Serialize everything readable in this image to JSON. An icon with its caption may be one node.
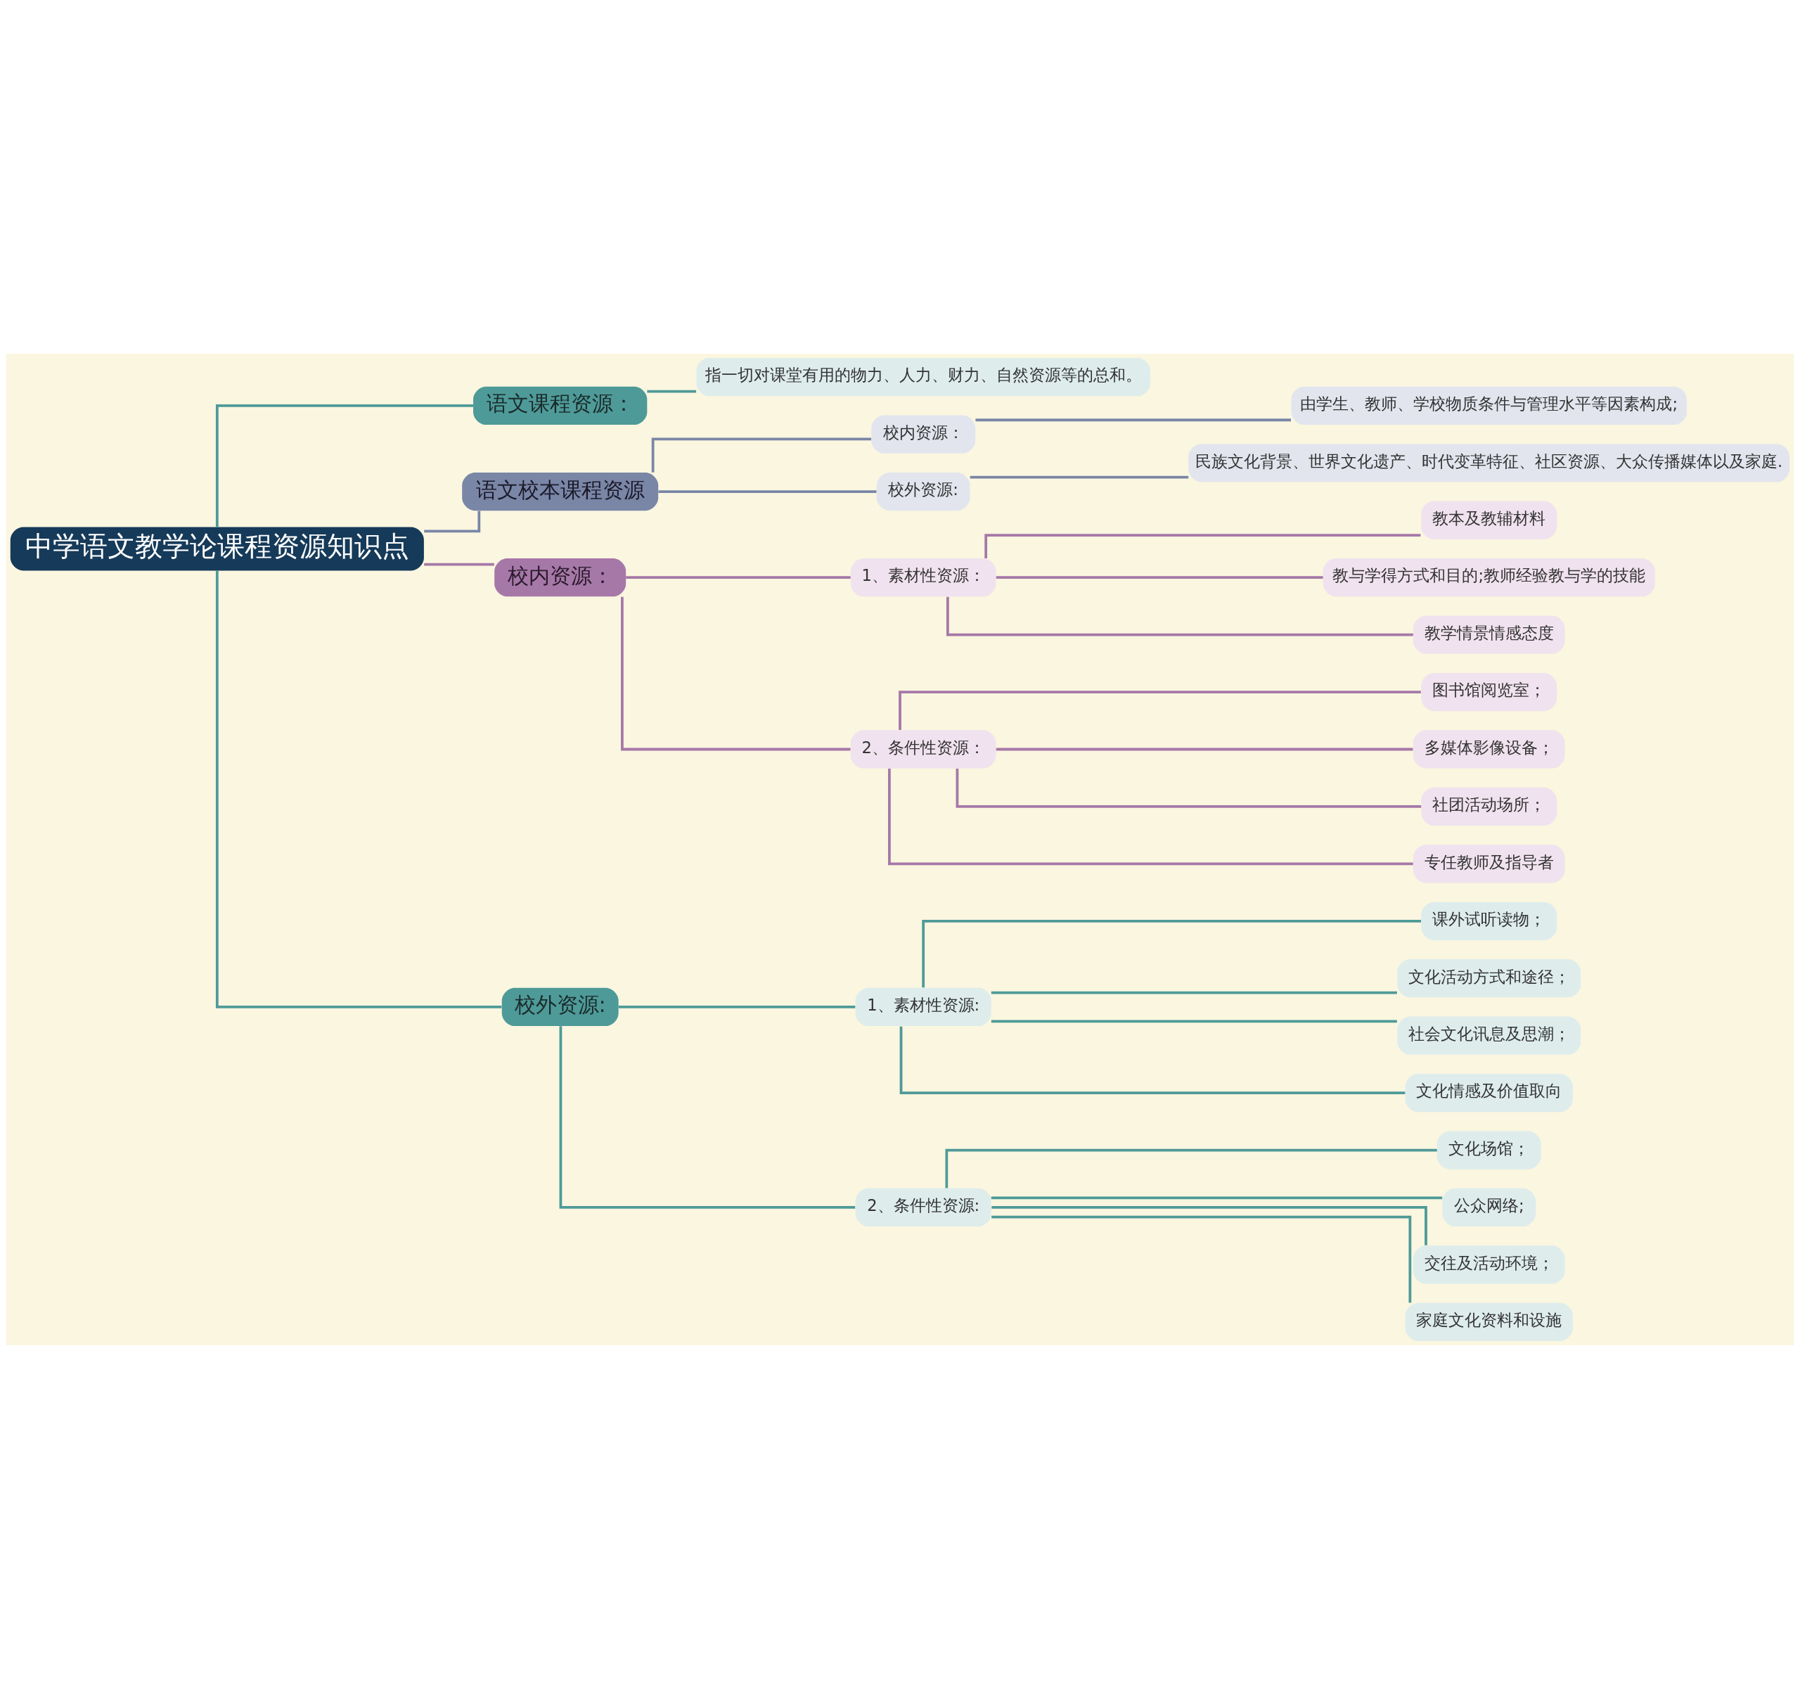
{
  "diagram": {
    "nodes": [
      {
        "text": [
          "中学语文教学论课程资源知识点"
        ]
      },
      {
        "text": [
          "语文课程资源："
        ]
      },
      {
        "text": [
          "指一切对课堂有用的物力、人力、财力、自然资源等的总和。"
        ]
      },
      {
        "text": [
          "语文校本课程资源"
        ]
      },
      {
        "text": [
          "校内资源："
        ]
      },
      {
        "text": [
          "由学生、教师、学校物质条件与管理水平等因素构成;"
        ]
      },
      {
        "text": [
          "校外资源:"
        ]
      },
      {
        "text": [
          "民族文化背景、世界文化遗产、时代变革特征、社区资源、大众传播媒体以及家庭."
        ]
      },
      {
        "text": [
          "校内资源："
        ]
      },
      {
        "text": [
          "1、素材性资源："
        ]
      },
      {
        "text": [
          "教本及教辅材料"
        ]
      },
      {
        "text": [
          "教与学得方式和目的;教师经验教与学的技能"
        ]
      },
      {
        "text": [
          "教学情景情感态度"
        ]
      },
      {
        "text": [
          "2、条件性资源："
        ]
      },
      {
        "text": [
          "图书馆阅览室；"
        ]
      },
      {
        "text": [
          "多媒体影像设备；"
        ]
      },
      {
        "text": [
          "社团活动场所；"
        ]
      },
      {
        "text": [
          "专任教师及指导者"
        ]
      },
      {
        "text": [
          "校外资源:"
        ]
      },
      {
        "text": [
          "1、素材性资源:"
        ]
      },
      {
        "text": [
          "课外试听读物；"
        ]
      },
      {
        "text": [
          "文化活动方式和途径；"
        ]
      },
      {
        "text": [
          "社会文化讯息及思潮；"
        ]
      },
      {
        "text": [
          "文化情感及价值取向"
        ]
      },
      {
        "text": [
          "2、条件性资源:"
        ]
      },
      {
        "text": [
          "文化场馆；"
        ]
      },
      {
        "text": [
          "公众网络;"
        ]
      },
      {
        "text": [
          "交往及活动环境；"
        ]
      },
      {
        "text": [
          "家庭文化资料和设施"
        ]
      }
    ],
    "edges": [
      {
        "from": 0,
        "to": 1,
        "arrow": "none"
      },
      {
        "from": 1,
        "to": 2,
        "arrow": "none"
      },
      {
        "from": 0,
        "to": 3,
        "arrow": "none",
        "color": "#7a86a6"
      },
      {
        "from": 3,
        "to": 4,
        "arrow": "none",
        "color": "#7a86a6"
      },
      {
        "from": 4,
        "to": 5,
        "arrow": "none",
        "color": "#7a86a6"
      },
      {
        "from": 3,
        "to": 6,
        "arrow": "none",
        "color": "#7a86a6"
      },
      {
        "from": 6,
        "to": 7,
        "arrow": "none",
        "color": "#7a86a6"
      },
      {
        "from": 0,
        "to": 8,
        "arrow": "none",
        "color": "#a678a8"
      },
      {
        "from": 8,
        "to": 9,
        "arrow": "none",
        "color": "#a678a8"
      },
      {
        "from": 9,
        "to": 10,
        "arrow": "none",
        "color": "#a678a8"
      },
      {
        "from": 9,
        "to": 11,
        "arrow": "none",
        "color": "#a678a8"
      },
      {
        "from": 9,
        "to": 12,
        "arrow": "none",
        "color": "#a678a8"
      },
      {
        "from": 8,
        "to": 13,
        "arrow": "none",
        "color": "#a678a8"
      },
      {
        "from": 13,
        "to": 14,
        "arrow": "none",
        "color": "#a678a8"
      },
      {
        "from": 13,
        "to": 15,
        "arrow": "none",
        "color": "#a678a8"
      },
      {
        "from": 13,
        "to": 16,
        "arrow": "none",
        "color": "#a678a8"
      },
      {
        "from": 13,
        "to": 17,
        "arrow": "none",
        "color": "#a678a8"
      },
      {
        "from": 0,
        "to": 18,
        "arrow": "none"
      },
      {
        "from": 18,
        "to": 19,
        "arrow": "none"
      },
      {
        "from": 19,
        "to": 20,
        "arrow": "none"
      },
      {
        "from": 19,
        "to": 21,
        "arrow": "none"
      },
      {
        "from": 19,
        "to": 22,
        "arrow": "none"
      },
      {
        "from": 19,
        "to": 23,
        "arrow": "none"
      },
      {
        "from": 18,
        "to": 24,
        "arrow": "none"
      },
      {
        "from": 24,
        "to": 25,
        "arrow": "none"
      },
      {
        "from": 24,
        "to": 26,
        "arrow": "none"
      },
      {
        "from": 24,
        "to": 27,
        "arrow": "none"
      },
      {
        "from": 24,
        "to": 28,
        "arrow": "none"
      }
    ]
  }
}
